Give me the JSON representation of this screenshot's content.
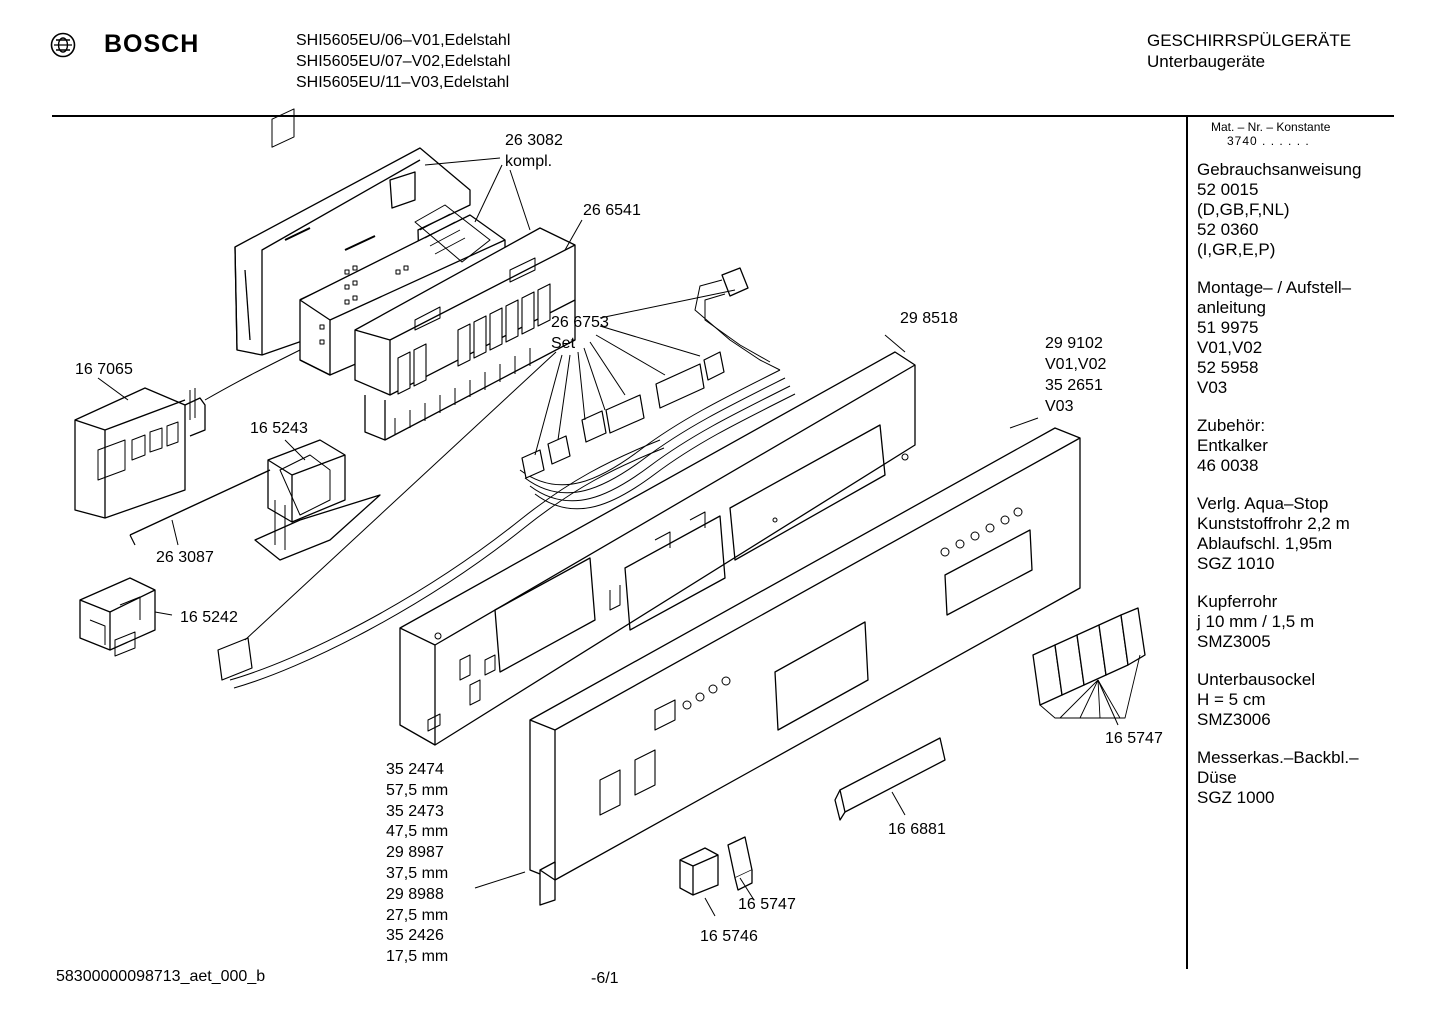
{
  "header": {
    "brand": "BOSCH",
    "models": [
      "SHI5605EU/06–V01,Edelstahl",
      "SHI5605EU/07–V02,Edelstahl",
      "SHI5605EU/11–V03,Edelstahl"
    ],
    "category_line1": "GESCHIRRSPÜLGERÄTE",
    "category_line2": "Unterbaugeräte"
  },
  "sidebar": {
    "matnr_label": "Mat. – Nr. – Konstante",
    "matnr_value": "3740 . .   . . . .",
    "groups": [
      [
        "Gebrauchsanweisung",
        "52 0015",
        "(D,GB,F,NL)",
        "52 0360",
        "(I,GR,E,P)"
      ],
      [
        "Montage– / Aufstell–",
        "anleitung",
        "51 9975",
        "V01,V02",
        "52 5958",
        "V03"
      ],
      [
        "Zubehör:",
        "Entkalker",
        "46 0038"
      ],
      [
        "Verlg. Aqua–Stop",
        "Kunststoffrohr 2,2 m",
        "Ablaufschl. 1,95m",
        "SGZ 1010"
      ],
      [
        "Kupferrohr",
        "j 10 mm / 1,5 m",
        "SMZ3005"
      ],
      [
        "Unterbausockel",
        "H = 5 cm",
        "SMZ3006"
      ],
      [
        "Messerkas.–Backbl.–",
        "Düse",
        "SGZ 1000"
      ]
    ]
  },
  "labels": {
    "p263082": "26 3082",
    "kompl": "kompl.",
    "p266541": "26 6541",
    "p266753": "26 6753",
    "set": "Set",
    "p298518": "29 8518",
    "p299102": "29 9102",
    "v0102": "V01,V02",
    "p352651": "35 2651",
    "v03": "V03",
    "p167065": "16 7065",
    "p165243": "16 5243",
    "p263087": "26 3087",
    "p165242": "16 5242",
    "p165747_right": "16 5747",
    "p166881": "16 6881",
    "p165747_bottom": "16 5747",
    "p165746": "16 5746",
    "trim_list": [
      "35 2474",
      "57,5 mm",
      "35 2473",
      "47,5 mm",
      "29 8987",
      "37,5 mm",
      "29 8988",
      "27,5 mm",
      "35 2426",
      "17,5 mm"
    ]
  },
  "footer": {
    "code": "58300000098713_aet_000_b",
    "page": "-6/1"
  },
  "colors": {
    "ink": "#000000",
    "paper": "#ffffff"
  },
  "icons": {
    "logo": "bosch-armature-icon"
  }
}
